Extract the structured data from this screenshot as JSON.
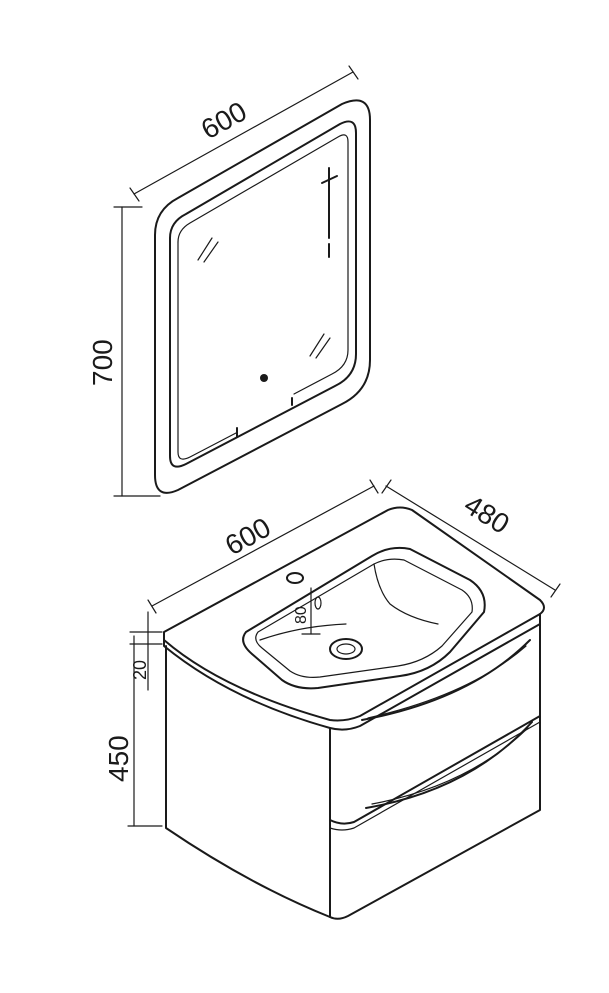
{
  "mirror": {
    "width_label": "600",
    "height_label": "700"
  },
  "cabinet": {
    "width_label": "600",
    "depth_label": "480",
    "top_thickness_label": "20",
    "height_label": "450",
    "faucet_offset_label": "80"
  },
  "colors": {
    "line": "#1a1a1a",
    "background": "#ffffff"
  }
}
